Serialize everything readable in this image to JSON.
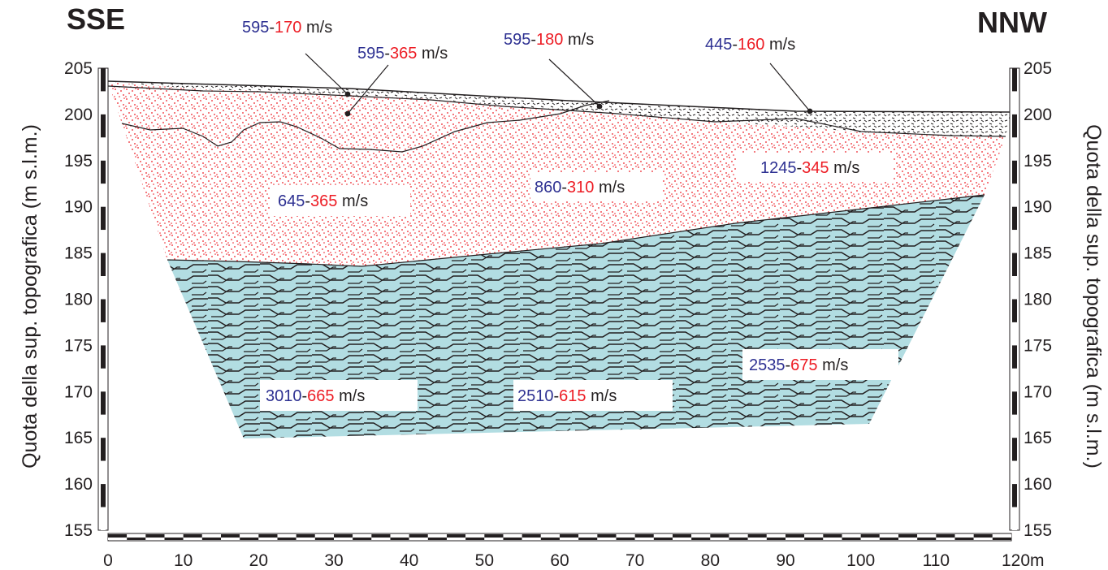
{
  "header": {
    "left_direction": "SSE",
    "right_direction": "NNW"
  },
  "axes": {
    "left_title": "Quota della sup. topografica (m s.l.m.)",
    "right_title": "Quota della sup. topografica (m s.l.m.)",
    "y_ticks": [
      "205",
      "200",
      "195",
      "190",
      "185",
      "180",
      "175",
      "170",
      "165",
      "160",
      "155"
    ],
    "x_ticks": [
      "0",
      "10",
      "20",
      "30",
      "40",
      "50",
      "60",
      "70",
      "80",
      "90",
      "100",
      "110",
      "120m"
    ],
    "x_range": [
      0,
      120
    ],
    "y_range": [
      155,
      205
    ]
  },
  "layers": [
    {
      "name": "surface-layer",
      "pattern": "black-dashes",
      "color": "#ffffff"
    },
    {
      "name": "intermediate-layer",
      "pattern": "red-dots",
      "color": "#ed1c24"
    },
    {
      "name": "bedrock-layer",
      "pattern": "black-zigzag",
      "color": "#b2dde2"
    }
  ],
  "velocity_labels": [
    {
      "p": "595",
      "s": "170",
      "unit": " m/s"
    },
    {
      "p": "595",
      "s": "365",
      "unit": " m/s"
    },
    {
      "p": "595",
      "s": "180",
      "unit": " m/s"
    },
    {
      "p": "445",
      "s": "160",
      "unit": " m/s"
    },
    {
      "p": "645",
      "s": "365",
      "unit": " m/s"
    },
    {
      "p": "860",
      "s": "310",
      "unit": " m/s"
    },
    {
      "p": "1245",
      "s": "345",
      "unit": " m/s"
    },
    {
      "p": "2535",
      "s": "675",
      "unit": " m/s"
    },
    {
      "p": "3010",
      "s": "665",
      "unit": " m/s"
    },
    {
      "p": "2510",
      "s": "615",
      "unit": " m/s"
    }
  ],
  "colors": {
    "p_wave": "#2e3192",
    "s_wave": "#ed1c24",
    "bedrock": "#b2dde2",
    "dots": "#ed1c24",
    "line": "#231f20"
  }
}
